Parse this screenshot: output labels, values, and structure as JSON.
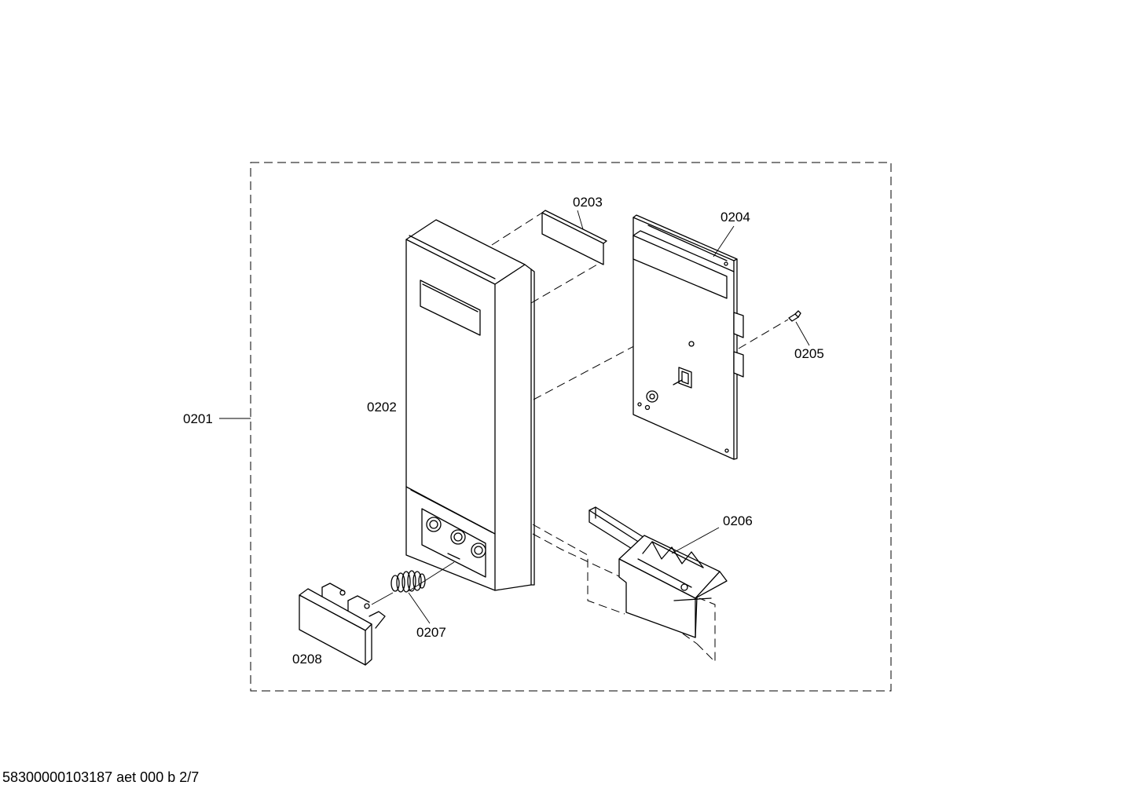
{
  "diagram": {
    "callouts": {
      "c0201": "0201",
      "c0202": "0202",
      "c0203": "0203",
      "c0204": "0204",
      "c0205": "0205",
      "c0206": "0206",
      "c0207": "0207",
      "c0208": "0208"
    }
  },
  "footer": {
    "code": "58300000103187 aet 000 b 2/7"
  }
}
